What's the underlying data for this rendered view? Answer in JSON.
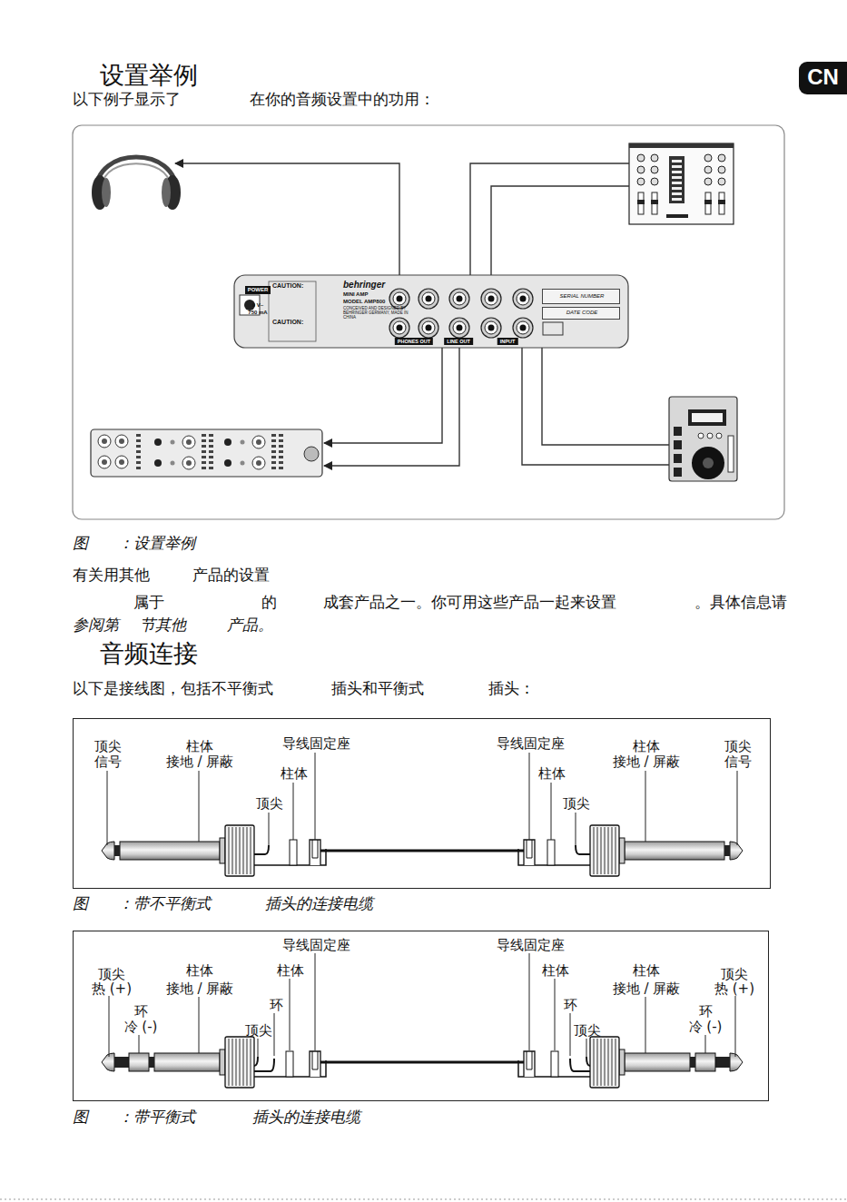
{
  "diagram": {
    "title": "设置举例",
    "nodes": [
      {
        "text": [
          "CN"
        ]
      },
      {
        "text": [
          "CAUTION:",
          "CAUTION:",
          "behringer",
          "MINI AMP",
          "MODEL AMP800",
          "CONCEIVED AND DESIGNED BY BEHRINGER GERMANY, MADE IN CHINA",
          "9 V~",
          "750 mA",
          "PHONES OUT",
          "LINE OUT",
          "INPUT"
        ]
      },
      {
        "text": [
          "POWER"
        ],
        "in": 1
      },
      {
        "text": [
          "SERIAL NUMBER"
        ],
        "in": 1
      },
      {
        "text": [
          "DATE CODE"
        ],
        "in": 1
      },
      {
        "text": [
          "顶尖",
          "信号",
          "柱体",
          "接地 / 屏蔽",
          "导线固定座",
          "柱体",
          "顶尖",
          "导线固定座",
          "柱体",
          "顶尖",
          "柱体",
          "接地 / 屏蔽",
          "顶尖",
          "信号"
        ]
      },
      {
        "text": [
          "导线固定座",
          "导线固定座",
          "顶尖",
          "热 (+)",
          "柱体",
          "接地 / 屏蔽",
          "柱体",
          "柱体",
          "柱体",
          "接地 / 屏蔽",
          "顶尖",
          "热 (+)",
          "环",
          "环",
          "环",
          "冷 (-)",
          "环",
          "冷 (-)",
          "顶尖",
          "顶尖"
        ]
      }
    ],
    "labels": [
      "以下例子显示了",
      "在你的音频设置中的功用：",
      "图",
      "：设置举例",
      "有关用其他",
      "产品的设置",
      "属于",
      "的",
      "成套产品之一。你可用这些产品一起来设置",
      "。具体信息请",
      "参阅第",
      "节其他",
      "产品。",
      "音频连接",
      "以下是接线图，包括不平衡式",
      "插头和平衡式",
      "插头：",
      "图",
      "：带不平衡式",
      "插头的连接电缆",
      "图",
      "：带平衡式",
      "插头的连接电缆"
    ]
  }
}
